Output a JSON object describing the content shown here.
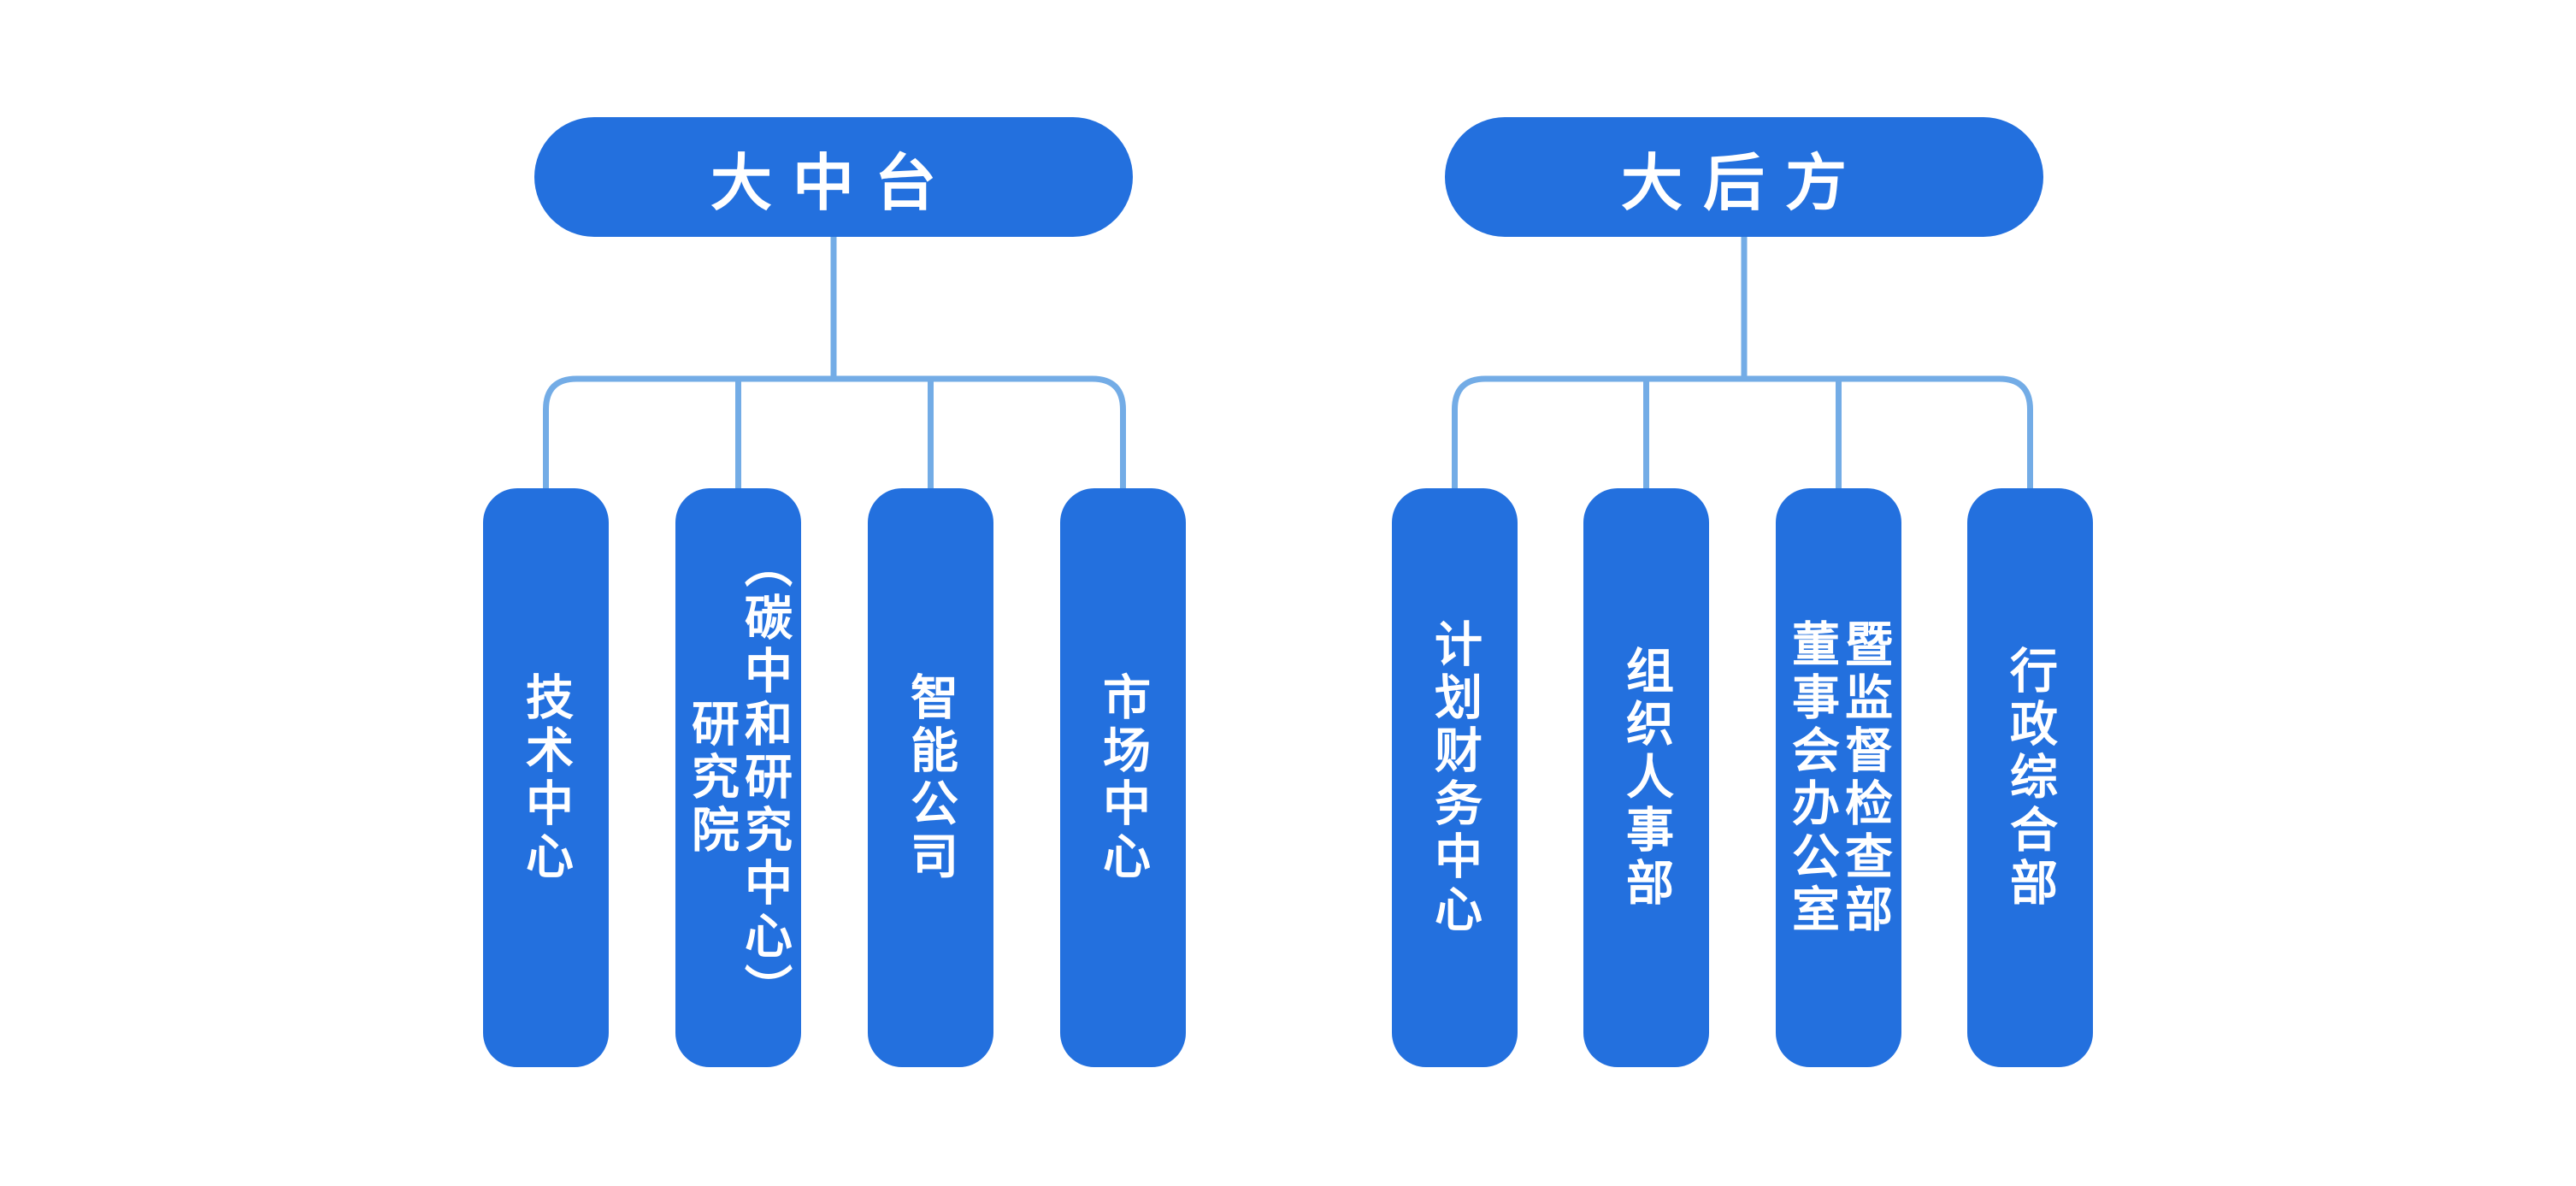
{
  "diagram": {
    "type": "org-chart",
    "background_color": "#ffffff",
    "node_fill_color": "#2370DE",
    "node_text_color": "#ffffff",
    "connector_color": "#73ACE6",
    "groups": [
      {
        "root": {
          "label": "大中台"
        },
        "children": [
          {
            "label": "技术中心"
          },
          {
            "label": "研究院\n（碳中和研究中心）"
          },
          {
            "label": "智能公司"
          },
          {
            "label": "市场中心"
          }
        ]
      },
      {
        "root": {
          "label": "大后方"
        },
        "children": [
          {
            "label": "计划财务中心"
          },
          {
            "label": "组织人事部"
          },
          {
            "label": "董事会办公室\n暨监督检查部"
          },
          {
            "label": "行政综合部"
          }
        ]
      }
    ]
  }
}
